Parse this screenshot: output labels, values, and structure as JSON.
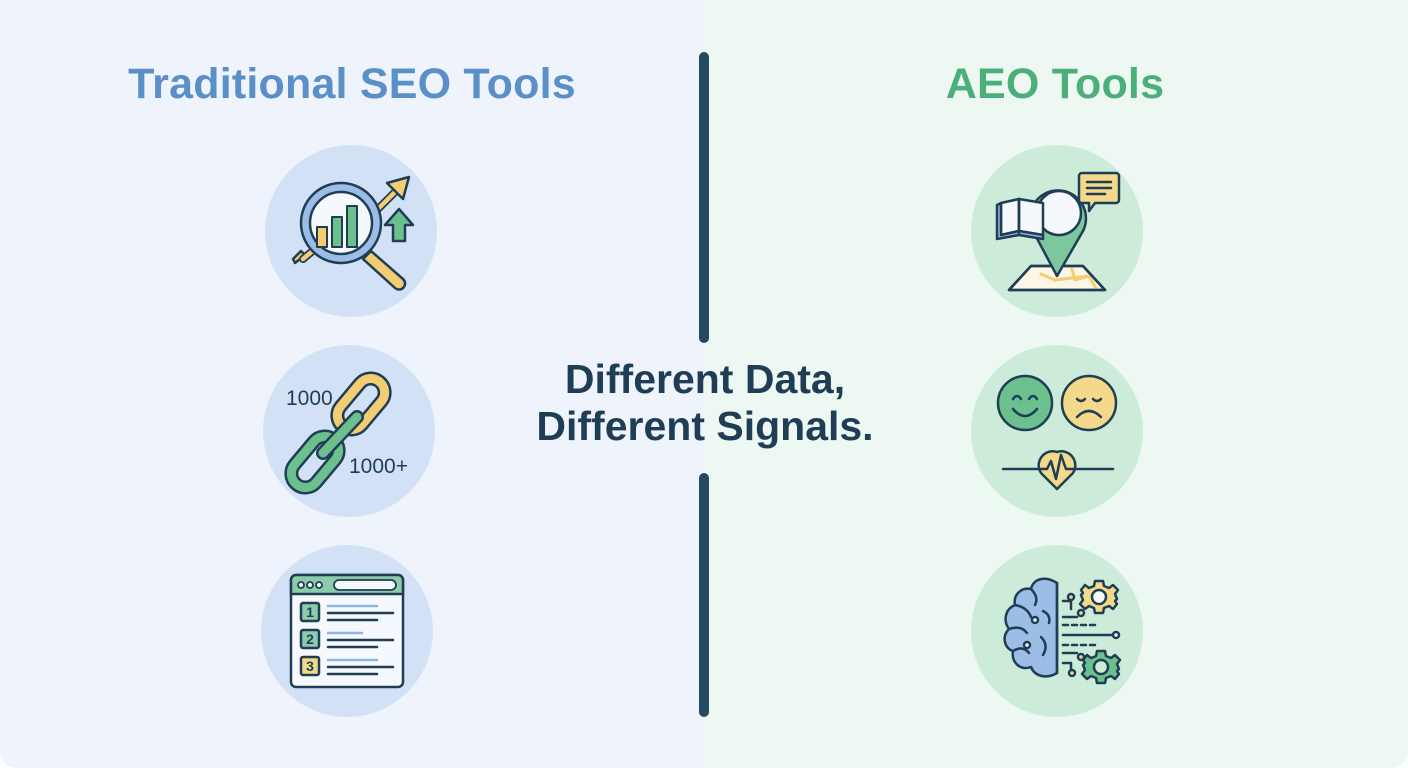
{
  "left_panel": {
    "title": "Traditional SEO Tools",
    "title_color": "#5b8fc8",
    "background": "#eff4fc",
    "items": [
      {
        "icon": "magnifier-bar-chart-growth-icon",
        "labels": []
      },
      {
        "icon": "chain-link-backlinks-icon",
        "labels": [
          "1000",
          "1000+"
        ]
      },
      {
        "icon": "browser-ranked-list-icon",
        "labels": [
          "1",
          "2",
          "3"
        ]
      }
    ]
  },
  "right_panel": {
    "title": "AEO Tools",
    "title_color": "#4caf7a",
    "background": "#eef8f2",
    "items": [
      {
        "icon": "map-pin-book-chat-icon",
        "labels": []
      },
      {
        "icon": "sentiment-faces-heartbeat-icon",
        "labels": []
      },
      {
        "icon": "brain-circuit-gears-icon",
        "labels": []
      }
    ]
  },
  "center": {
    "line1": "Different Data,",
    "line2": "Different Signals.",
    "color": "#1f3e55"
  },
  "divider_color": "#234a60"
}
